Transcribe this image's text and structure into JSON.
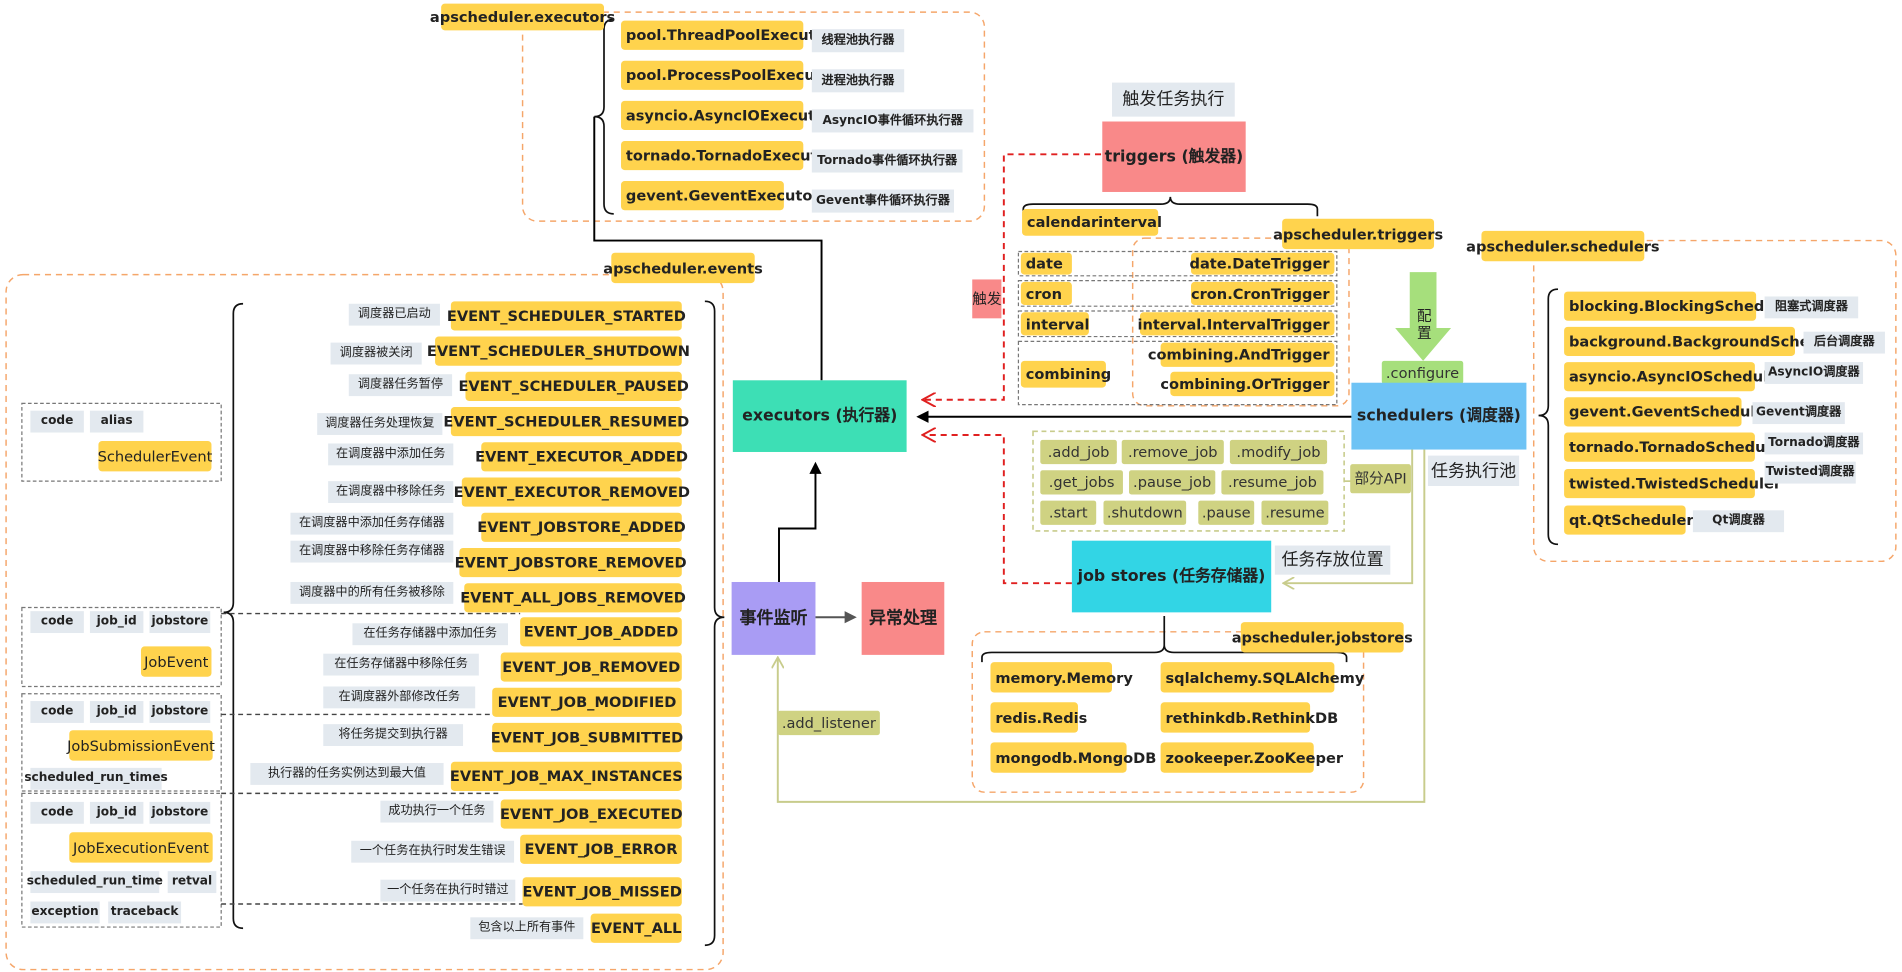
{
  "executors": {
    "label": "executors (执行器)",
    "package": "apscheduler.executors",
    "items": [
      {
        "name": "pool.ThreadPoolExecutor",
        "desc": "线程池执行器"
      },
      {
        "name": "pool.ProcessPoolExecutor",
        "desc": "进程池执行器"
      },
      {
        "name": "asyncio.AsyncIOExecutor",
        "desc": "AsyncIO事件循环执行器"
      },
      {
        "name": "tornado.TornadoExecutor",
        "desc": "Tornado事件循环执行器"
      },
      {
        "name": "gevent.GeventExecutor",
        "desc": "Gevent事件循环执行器"
      }
    ]
  },
  "triggers": {
    "label": "triggers (触发器)",
    "caption": "触发任务执行",
    "package": "apscheduler.triggers",
    "calendarinterval": "calendarinterval",
    "trigger_arrow_label": "触发",
    "rows": [
      {
        "key": "date",
        "value": "date.DateTrigger"
      },
      {
        "key": "cron",
        "value": "cron.CronTrigger"
      },
      {
        "key": "interval",
        "value": "interval.IntervalTrigger"
      },
      {
        "key": "combining",
        "value1": "combining.AndTrigger",
        "value2": "combining.OrTrigger"
      }
    ]
  },
  "schedulers": {
    "label": "schedulers (调度器)",
    "package": "apscheduler.schedulers",
    "configure_label": "配置",
    "configure_method": ".configure",
    "pool_label": "任务执行池",
    "partial_api_label": "部分API",
    "items": [
      {
        "name": "blocking.BlockingScheduler",
        "desc": "阻塞式调度器"
      },
      {
        "name": "background.BackgroundScheduler",
        "desc": "后台调度器"
      },
      {
        "name": "asyncio.AsyncIOScheduler",
        "desc": "AsyncIO调度器"
      },
      {
        "name": "gevent.GeventScheduler",
        "desc": "Gevent调度器"
      },
      {
        "name": "tornado.TornadoScheduler",
        "desc": "Tornado调度器"
      },
      {
        "name": "twisted.TwistedScheduler",
        "desc": "Twisted调度器"
      },
      {
        "name": "qt.QtScheduler",
        "desc": "Qt调度器"
      }
    ],
    "api": [
      ".add_job",
      ".remove_job",
      ".modify_job",
      ".get_jobs",
      ".pause_job",
      ".resume_job",
      ".start",
      ".shutdown",
      ".pause",
      ".resume"
    ]
  },
  "jobstores": {
    "label": "job stores (任务存储器)",
    "caption": "任务存放位置",
    "package": "apscheduler.jobstores",
    "items": [
      "memory.Memory",
      "sqlalchemy.SQLAlchemy",
      "redis.Redis",
      "rethinkdb.RethinkDB",
      "mongodb.MongoDB",
      "zookeeper.ZooKeeper"
    ]
  },
  "events": {
    "listener_label": "事件监听",
    "exception_label": "异常处理",
    "add_listener": ".add_listener",
    "package": "apscheduler.events",
    "items": [
      {
        "name": "EVENT_SCHEDULER_STARTED",
        "desc": "调度器已启动"
      },
      {
        "name": "EVENT_SCHEDULER_SHUTDOWN",
        "desc": "调度器被关闭"
      },
      {
        "name": "EVENT_SCHEDULER_PAUSED",
        "desc": "调度器任务暂停"
      },
      {
        "name": "EVENT_SCHEDULER_RESUMED",
        "desc": "调度器任务处理恢复"
      },
      {
        "name": "EVENT_EXECUTOR_ADDED",
        "desc": "在调度器中添加任务"
      },
      {
        "name": "EVENT_EXECUTOR_REMOVED",
        "desc": "在调度器中移除任务"
      },
      {
        "name": "EVENT_JOBSTORE_ADDED",
        "desc": "在调度器中添加任务存储器"
      },
      {
        "name": "EVENT_JOBSTORE_REMOVED",
        "desc": "在调度器中移除任务存储器"
      },
      {
        "name": "EVENT_ALL_JOBS_REMOVED",
        "desc": "调度器中的所有任务被移除"
      },
      {
        "name": "EVENT_JOB_ADDED",
        "desc": "在任务存储器中添加任务"
      },
      {
        "name": "EVENT_JOB_REMOVED",
        "desc": "在任务存储器中移除任务"
      },
      {
        "name": "EVENT_JOB_MODIFIED",
        "desc": "在调度器外部修改任务"
      },
      {
        "name": "EVENT_JOB_SUBMITTED",
        "desc": "将任务提交到执行器"
      },
      {
        "name": "EVENT_JOB_MAX_INSTANCES",
        "desc": "执行器的任务实例达到最大值"
      },
      {
        "name": "EVENT_JOB_EXECUTED",
        "desc": "成功执行一个任务"
      },
      {
        "name": "EVENT_JOB_ERROR",
        "desc": "一个任务在执行时发生错误"
      },
      {
        "name": "EVENT_JOB_MISSED",
        "desc": "一个任务在执行时错过"
      },
      {
        "name": "EVENT_ALL",
        "desc": "包含以上所有事件"
      }
    ],
    "classes": [
      {
        "name": "SchedulerEvent",
        "attrs": [
          "code",
          "alias"
        ]
      },
      {
        "name": "JobEvent",
        "attrs": [
          "code",
          "job_id",
          "jobstore"
        ]
      },
      {
        "name": "JobSubmissionEvent",
        "attrs": [
          "code",
          "job_id",
          "jobstore",
          "scheduled_run_times"
        ]
      },
      {
        "name": "JobExecutionEvent",
        "attrs": [
          "code",
          "job_id",
          "jobstore",
          "scheduled_run_time",
          "retval",
          "exception",
          "traceback"
        ]
      }
    ]
  },
  "colors": {
    "executors": "#3ddfb5",
    "schedulers": "#6ec3f5",
    "triggers": "#f98989",
    "jobstores": "#32d5e5",
    "events": "#a99cf4",
    "yellow": "#ffd34d",
    "gray": "#e3e9ef",
    "olive": "#cfd282",
    "dashed_orange": "#f5a66a",
    "dashed_red": "#e02020"
  }
}
